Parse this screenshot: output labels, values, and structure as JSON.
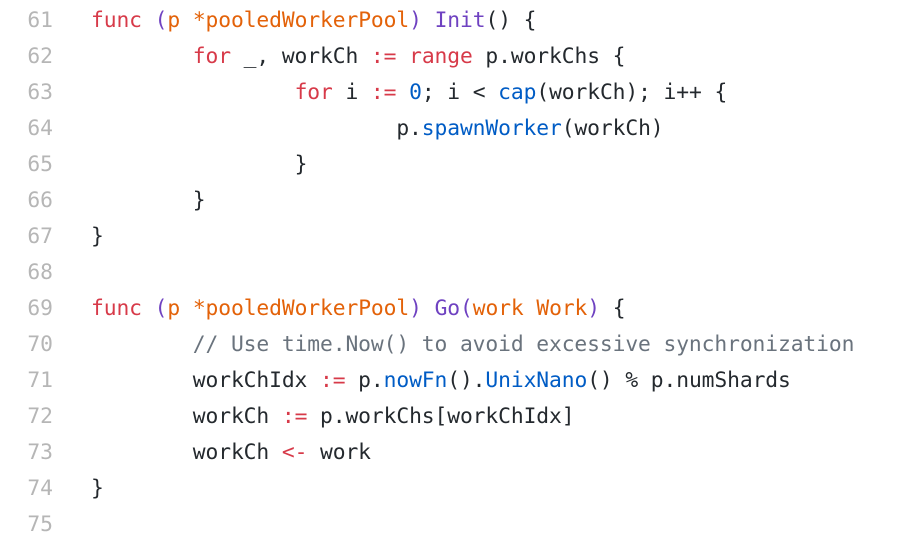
{
  "code_view": {
    "language": "go",
    "colors": {
      "keyword": "#d73a49",
      "type_param": "#e36209",
      "function_name": "#6f42c1",
      "builtin_call": "#005cc5",
      "comment": "#6a737d",
      "plain": "#24292e",
      "line_number": "#b6b6b6"
    },
    "lines": [
      {
        "number": "61",
        "tokens": [
          {
            "t": "func",
            "k": "kw"
          },
          {
            "t": " ",
            "k": "plain"
          },
          {
            "t": "(",
            "k": "paren"
          },
          {
            "t": "p",
            "k": "type"
          },
          {
            "t": " ",
            "k": "plain"
          },
          {
            "t": "*pooledWorkerPool",
            "k": "type"
          },
          {
            "t": ")",
            "k": "paren"
          },
          {
            "t": " ",
            "k": "plain"
          },
          {
            "t": "Init",
            "k": "fn"
          },
          {
            "t": "() {",
            "k": "plain"
          }
        ]
      },
      {
        "number": "62",
        "tokens": [
          {
            "t": "\t",
            "k": "plain"
          },
          {
            "t": "for",
            "k": "kw"
          },
          {
            "t": " _, workCh ",
            "k": "plain"
          },
          {
            "t": ":=",
            "k": "op"
          },
          {
            "t": " ",
            "k": "plain"
          },
          {
            "t": "range",
            "k": "kw"
          },
          {
            "t": " p.workChs {",
            "k": "plain"
          }
        ]
      },
      {
        "number": "63",
        "tokens": [
          {
            "t": "\t\t",
            "k": "plain"
          },
          {
            "t": "for",
            "k": "kw"
          },
          {
            "t": " i ",
            "k": "plain"
          },
          {
            "t": ":=",
            "k": "op"
          },
          {
            "t": " ",
            "k": "plain"
          },
          {
            "t": "0",
            "k": "num"
          },
          {
            "t": "; i < ",
            "k": "plain"
          },
          {
            "t": "cap",
            "k": "call"
          },
          {
            "t": "(workCh); i++ {",
            "k": "plain"
          }
        ]
      },
      {
        "number": "64",
        "tokens": [
          {
            "t": "\t\t\t",
            "k": "plain"
          },
          {
            "t": "p.",
            "k": "plain"
          },
          {
            "t": "spawnWorker",
            "k": "call"
          },
          {
            "t": "(workCh)",
            "k": "plain"
          }
        ]
      },
      {
        "number": "65",
        "tokens": [
          {
            "t": "\t\t",
            "k": "plain"
          },
          {
            "t": "}",
            "k": "plain"
          }
        ]
      },
      {
        "number": "66",
        "tokens": [
          {
            "t": "\t",
            "k": "plain"
          },
          {
            "t": "}",
            "k": "plain"
          }
        ]
      },
      {
        "number": "67",
        "tokens": [
          {
            "t": "}",
            "k": "plain"
          }
        ]
      },
      {
        "number": "68",
        "tokens": []
      },
      {
        "number": "69",
        "tokens": [
          {
            "t": "func",
            "k": "kw"
          },
          {
            "t": " ",
            "k": "plain"
          },
          {
            "t": "(",
            "k": "paren"
          },
          {
            "t": "p",
            "k": "type"
          },
          {
            "t": " ",
            "k": "plain"
          },
          {
            "t": "*pooledWorkerPool",
            "k": "type"
          },
          {
            "t": ")",
            "k": "paren"
          },
          {
            "t": " ",
            "k": "plain"
          },
          {
            "t": "Go",
            "k": "fn"
          },
          {
            "t": "(",
            "k": "paren"
          },
          {
            "t": "work",
            "k": "type"
          },
          {
            "t": " ",
            "k": "plain"
          },
          {
            "t": "Work",
            "k": "type"
          },
          {
            "t": ")",
            "k": "paren"
          },
          {
            "t": " {",
            "k": "plain"
          }
        ]
      },
      {
        "number": "70",
        "tokens": [
          {
            "t": "\t",
            "k": "plain"
          },
          {
            "t": "// Use time.Now() to avoid excessive synchronization",
            "k": "comment"
          }
        ]
      },
      {
        "number": "71",
        "tokens": [
          {
            "t": "\t",
            "k": "plain"
          },
          {
            "t": "workChIdx ",
            "k": "plain"
          },
          {
            "t": ":=",
            "k": "op"
          },
          {
            "t": " p.",
            "k": "plain"
          },
          {
            "t": "nowFn",
            "k": "call"
          },
          {
            "t": "().",
            "k": "plain"
          },
          {
            "t": "UnixNano",
            "k": "call"
          },
          {
            "t": "() % p.numShards",
            "k": "plain"
          }
        ]
      },
      {
        "number": "72",
        "tokens": [
          {
            "t": "\t",
            "k": "plain"
          },
          {
            "t": "workCh ",
            "k": "plain"
          },
          {
            "t": ":=",
            "k": "op"
          },
          {
            "t": " p.workChs[workChIdx]",
            "k": "plain"
          }
        ]
      },
      {
        "number": "73",
        "tokens": [
          {
            "t": "\t",
            "k": "plain"
          },
          {
            "t": "workCh ",
            "k": "plain"
          },
          {
            "t": "<-",
            "k": "op"
          },
          {
            "t": " work",
            "k": "plain"
          }
        ]
      },
      {
        "number": "74",
        "tokens": [
          {
            "t": "}",
            "k": "plain"
          }
        ]
      },
      {
        "number": "75",
        "tokens": []
      }
    ]
  }
}
